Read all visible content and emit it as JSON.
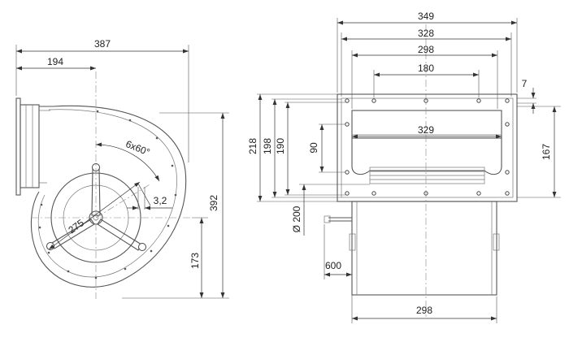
{
  "side_view": {
    "width": "387",
    "axis_offset": "194",
    "height": "392",
    "lower_height": "173",
    "bolt_pattern": "6x60°",
    "hole_size": "3,2",
    "hub_diameter": "275"
  },
  "front_view": {
    "outer_width": "349",
    "flange_width": "328",
    "inner_width": "298",
    "hole_pitch": "180",
    "slot_size": "7",
    "outlet_width": "329",
    "height_total": "218",
    "height_flange": "198",
    "height_holes": "190",
    "hole_spacing": "90",
    "outlet_height": "167",
    "inlet_diameter": "Ø 200",
    "cable_length": "600",
    "housing_width": "298"
  }
}
